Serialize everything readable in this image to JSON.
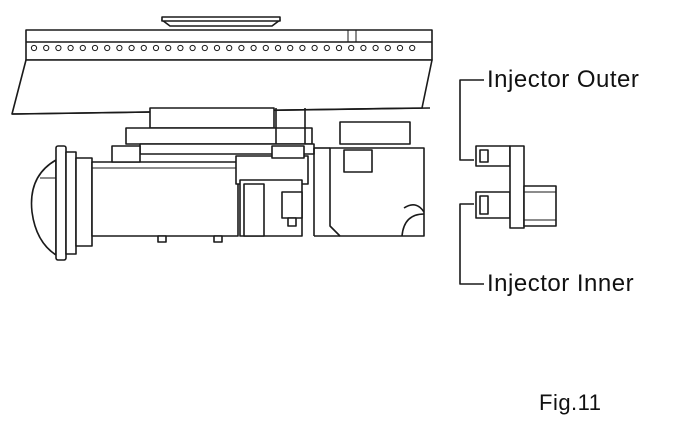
{
  "labels": {
    "injector_outer": "Injector Outer",
    "injector_inner": "Injector Inner",
    "figure_caption": "Fig.11"
  },
  "colors": {
    "line": "#1a1a1a",
    "background": "#ffffff"
  }
}
